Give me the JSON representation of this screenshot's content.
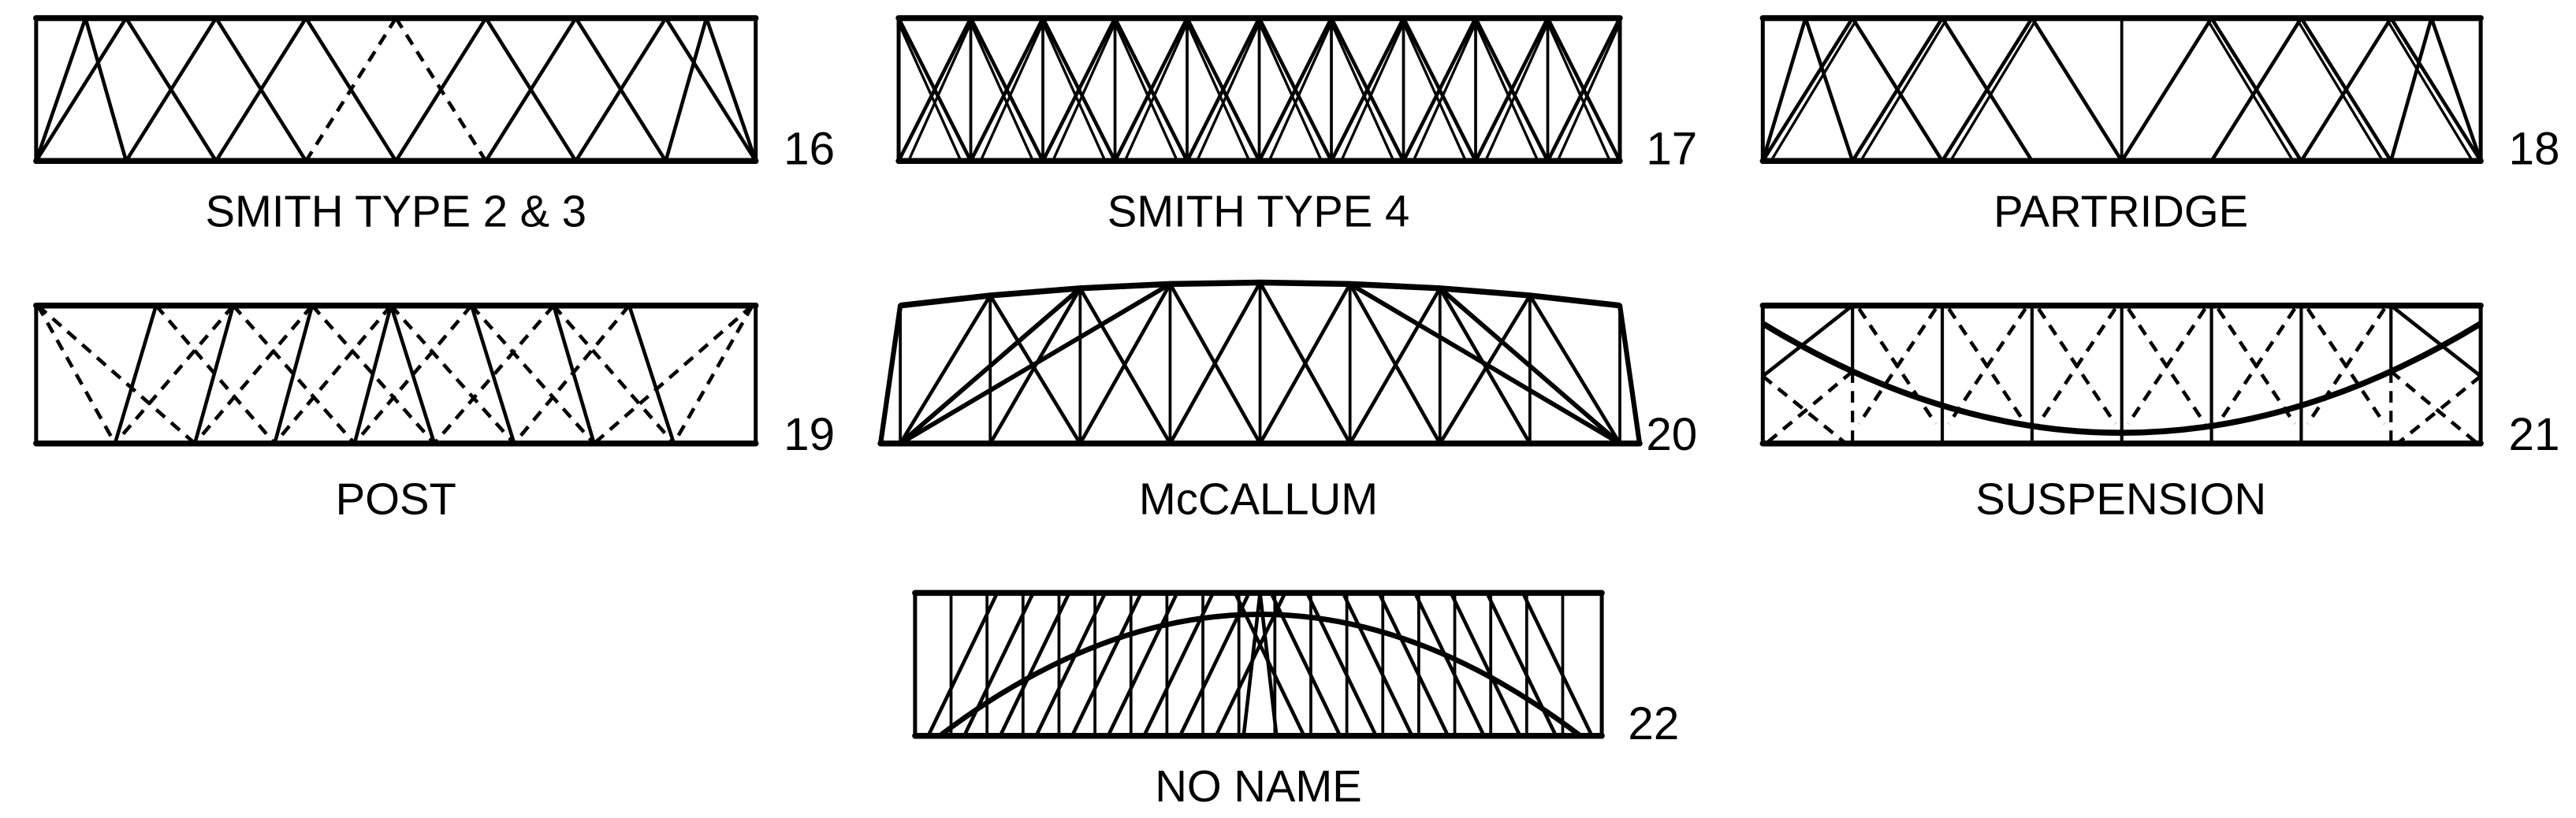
{
  "figures": [
    {
      "number": "16",
      "name": "SMITH TYPE 2 & 3"
    },
    {
      "number": "17",
      "name": "SMITH TYPE 4"
    },
    {
      "number": "18",
      "name": "PARTRIDGE"
    },
    {
      "number": "19",
      "name": "POST"
    },
    {
      "number": "20",
      "name": "McCALLUM"
    },
    {
      "number": "21",
      "name": "SUSPENSION"
    },
    {
      "number": "22",
      "name": "NO NAME"
    }
  ],
  "colors": {
    "ink": "#000000",
    "background": "#ffffff"
  }
}
